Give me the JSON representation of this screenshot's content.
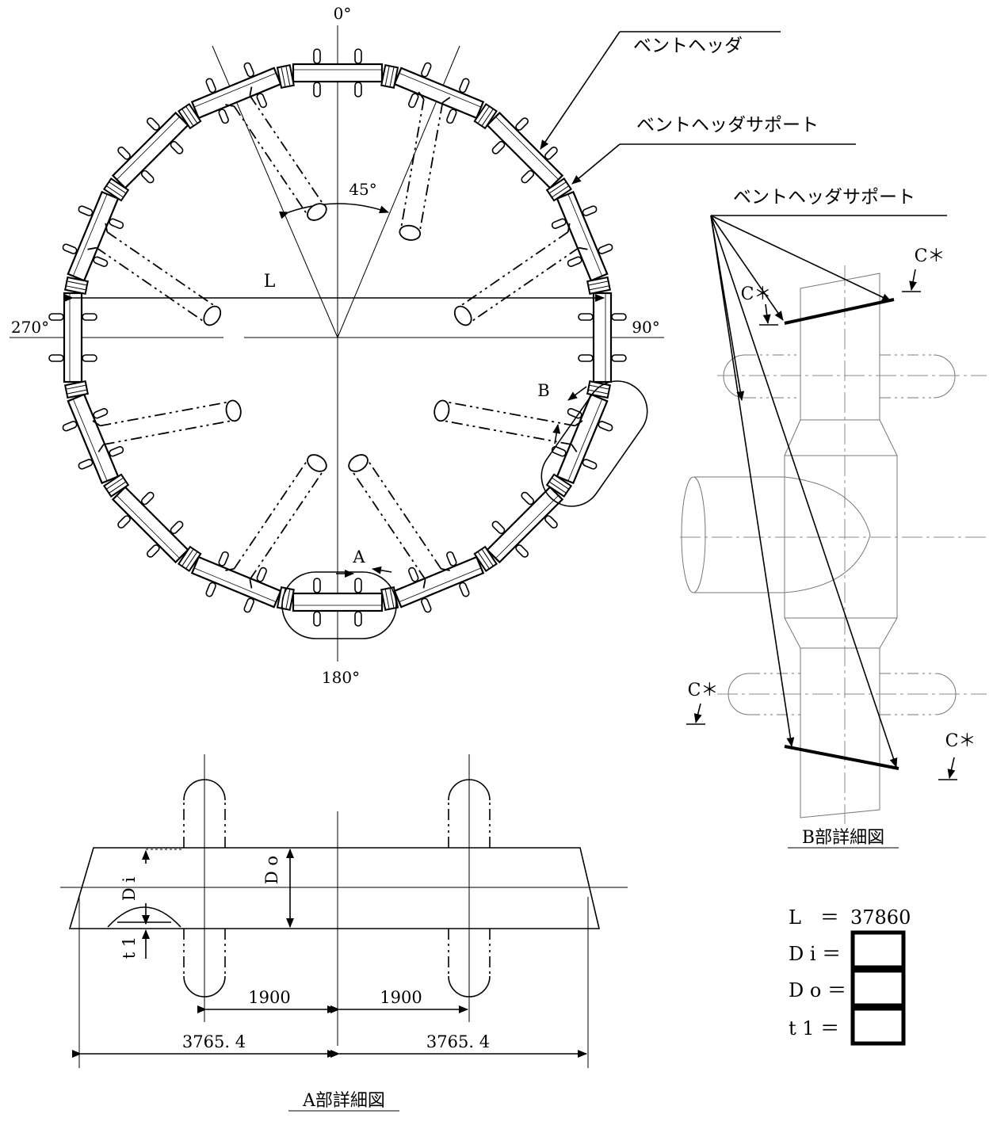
{
  "main_view": {
    "angle_0": "0°",
    "angle_90": "90°",
    "angle_180": "180°",
    "angle_270": "270°",
    "angle_45": "45°",
    "dim_L": "L",
    "label_A": "A",
    "label_B": "B",
    "callout_vent_header": "ベントヘッダ",
    "callout_vent_header_support": "ベントヘッダサポート"
  },
  "detail_b": {
    "callout": "ベントヘッダサポート",
    "weld_mark": "C＊",
    "title": "B部詳細図"
  },
  "detail_a": {
    "label_Di": "D i",
    "label_Do": "D o",
    "label_t1": "t 1",
    "dim_1900": "1900",
    "dim_3765": "3765. 4",
    "title": "A部詳細図"
  },
  "dimension_table": {
    "rows": [
      {
        "label": "L　＝",
        "value": "37860"
      },
      {
        "label": "D i ＝",
        "value": ""
      },
      {
        "label": "D o ＝",
        "value": ""
      },
      {
        "label": "t 1 ＝",
        "value": ""
      }
    ]
  }
}
